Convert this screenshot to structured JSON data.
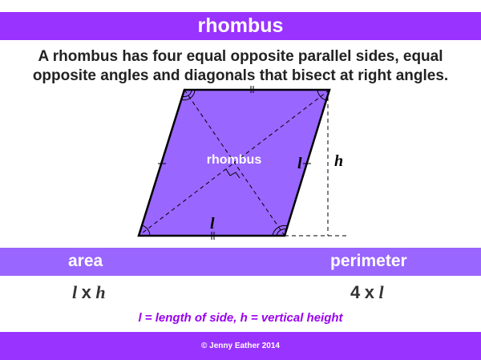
{
  "header": {
    "title": "rhombus"
  },
  "description": {
    "line1": "A rhombus has four equal opposite parallel sides, equal",
    "line2": "opposite angles and diagonals that bisect at right angles."
  },
  "diagram": {
    "shape_label": "rhombus",
    "side_label": "l",
    "bottom_label": "l",
    "height_label": "h",
    "fill_color": "#9966ff",
    "stroke_color": "#000000"
  },
  "formulas": {
    "area": {
      "heading": "area",
      "var1": "l",
      "op": "x",
      "var2": "h"
    },
    "perimeter": {
      "heading": "perimeter",
      "num": "4",
      "op": "x",
      "var": "l"
    }
  },
  "legend": "l = length of side, h = vertical height",
  "footer": "© Jenny Eather 2014",
  "colors": {
    "title_bar": "#9933ff",
    "section_bar": "#9966ff",
    "legend_text": "#9900ee"
  }
}
